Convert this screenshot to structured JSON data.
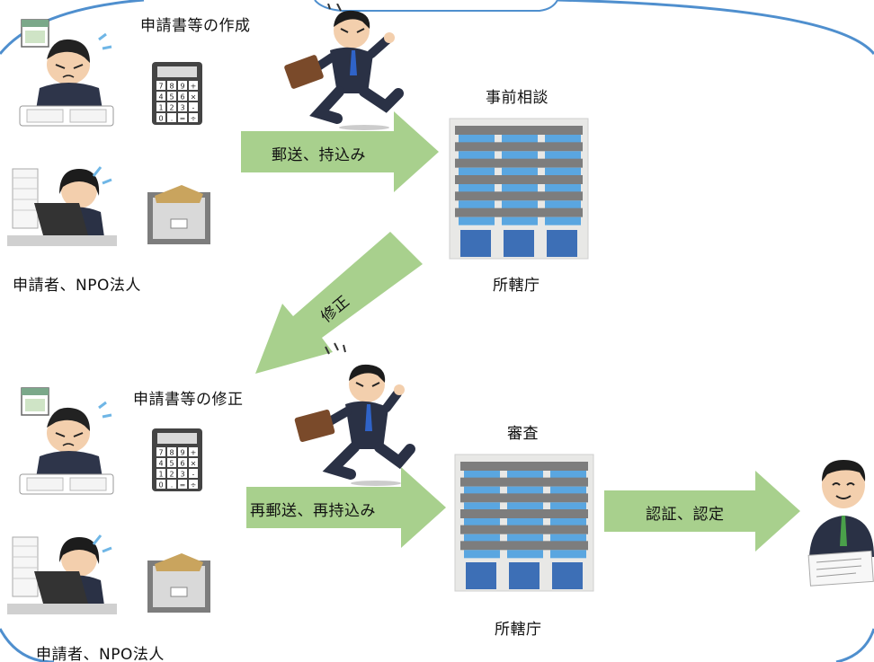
{
  "colors": {
    "frame": "#4f8fce",
    "arrow": "#a8d08d",
    "building_wall": "#e8e8e6",
    "building_stripe": "#7d7d7d",
    "building_window": "#5aa6e0",
    "suit": "#2a3145",
    "tie": "#2f63c8"
  },
  "top_section": {
    "task_label": "申請書等の作成",
    "applicant_label": "申請者、NPO法人",
    "arrow_label": "郵送、持込み",
    "office_title": "事前相談",
    "office_label": "所轄庁"
  },
  "correction_arrow_label": "修正",
  "bottom_section": {
    "task_label": "申請書等の修正",
    "applicant_label": "申請者、NPO法人",
    "arrow_label": "再郵送、再持込み",
    "office_title": "審査",
    "office_label": "所轄庁"
  },
  "result_arrow_label": "認証、認定",
  "calculator_keys": [
    "7",
    "8",
    "9",
    "+",
    "4",
    "5",
    "6",
    "×",
    "1",
    "2",
    "3",
    "-",
    "0",
    ".",
    "=",
    "÷"
  ]
}
